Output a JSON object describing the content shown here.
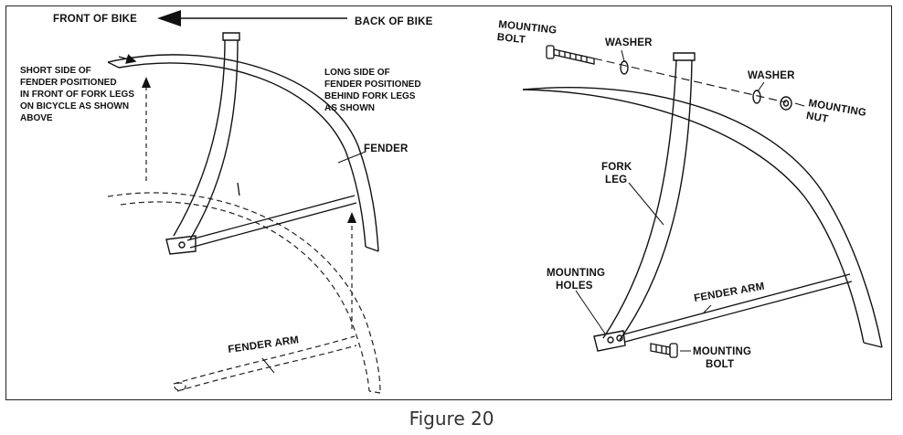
{
  "left_panel": {
    "front_of_bike": "FRONT OF BIKE",
    "back_of_bike": "BACK OF BIKE",
    "short_side_note": [
      "SHORT SIDE OF",
      "FENDER POSITIONED",
      "IN FRONT OF FORK LEGS",
      "ON BICYCLE AS SHOWN",
      "ABOVE"
    ],
    "long_side_note": [
      "LONG SIDE OF",
      "FENDER POSITIONED",
      "BEHIND FORK LEGS",
      "AS SHOWN"
    ],
    "fender": "FENDER",
    "fender_arm": "FENDER ARM"
  },
  "right_panel": {
    "mounting_bolt_top": [
      "MOUNTING",
      "BOLT"
    ],
    "washer_1": "WASHER",
    "washer_2": "WASHER",
    "mounting_nut": [
      "MOUNTING",
      "NUT"
    ],
    "fork_leg": [
      "FORK",
      "LEG"
    ],
    "mounting_holes": [
      "MOUNTING",
      "HOLES"
    ],
    "fender_arm": "FENDER ARM",
    "mounting_bolt_bottom": [
      "MOUNTING",
      "BOLT"
    ]
  },
  "caption": "Figure 20"
}
